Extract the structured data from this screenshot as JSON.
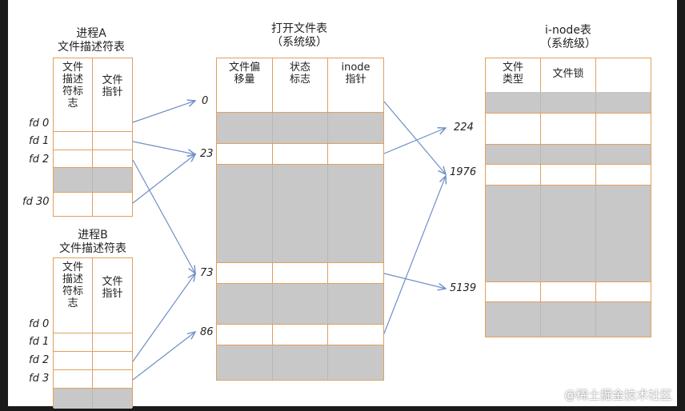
{
  "processA": {
    "title_line1": "进程A",
    "title_line2": "文件描述符表",
    "col_flag": "文件\n描述\n符标\n志",
    "col_ptr": "文件\n指针",
    "fd_labels": [
      "fd 0",
      "fd 1",
      "fd 2",
      "fd 30"
    ]
  },
  "processB": {
    "title_line1": "进程B",
    "title_line2": "文件描述符表",
    "col_flag": "文件\n描述\n符标\n志",
    "col_ptr": "文件\n指针",
    "fd_labels": [
      "fd 0",
      "fd 1",
      "fd 2",
      "fd 3"
    ]
  },
  "openFileTable": {
    "title_line1": "打开文件表",
    "title_line2": "（系统级）",
    "columns": [
      "文件偏\n移量",
      "状态\n标志",
      "inode\n指针"
    ],
    "indices": [
      "0",
      "23",
      "73",
      "86"
    ]
  },
  "inodeTable": {
    "title_line1": "i-node表",
    "title_line2": "（系统级）",
    "columns": [
      "文件\n类型",
      "文件锁",
      ""
    ],
    "indices": [
      "224",
      "1976",
      "5139"
    ]
  },
  "watermark": "@稀土掘金技术社区",
  "colors": {
    "border": "#e0a060",
    "gray": "#c8c8c8",
    "arrow": "#6f8fc8"
  }
}
